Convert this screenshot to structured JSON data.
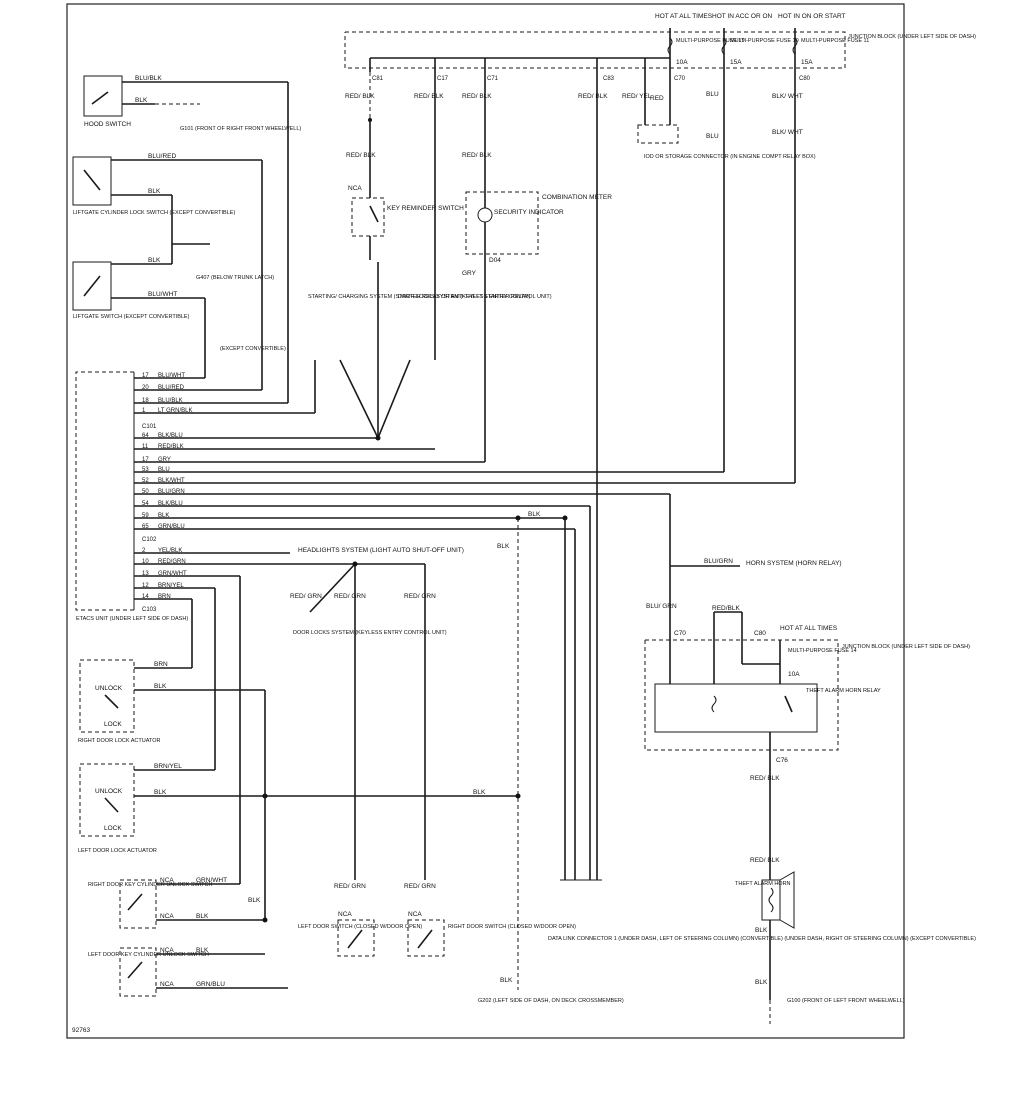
{
  "diagram_id": "92763",
  "power": {
    "fuse19": {
      "hot": "HOT AT ALL TIMES",
      "name": "MULTI-PURPOSE FUSE 19",
      "rating": "10A"
    },
    "fuse10": {
      "hot": "HOT IN ACC OR ON",
      "name": "MULTI-PURPOSE FUSE 10",
      "rating": "15A"
    },
    "fuse11": {
      "hot": "HOT IN ON OR START",
      "name": "MULTI-PURPOSE FUSE 11",
      "rating": "15A"
    },
    "fuse14": {
      "hot": "HOT AT ALL TIMES",
      "name": "MULTI-PURPOSE FUSE 14",
      "rating": "10A"
    },
    "junction_block": "JUNCTION BLOCK (UNDER LEFT SIDE OF DASH)"
  },
  "connectors": [
    "C81",
    "C17",
    "C71",
    "C83",
    "C70",
    "C80",
    "C101",
    "C102",
    "C103",
    "C76",
    "D04"
  ],
  "components": {
    "hood_switch": "HOOD SWITCH",
    "g101": "G101 (FRONT OF RIGHT FRONT WHEELWELL)",
    "liftgate_cyl": "LIFTGATE CYLINDER LOCK SWITCH (EXCEPT CONVERTIBLE)",
    "g407": "G407 (BELOW TRUNK LATCH)",
    "liftgate_sw": "LIFTGATE SWITCH (EXCEPT CONVERTIBLE)",
    "except_conv": "(EXCEPT CONVERTIBLE)",
    "key_reminder": "KEY REMINDER SWITCH",
    "combo_meter": "COMBINATION METER",
    "security_ind": "SECURITY INDICATOR",
    "iod": "IOD OR STORAGE CONNECTOR (IN ENGINE COMPT RELAY BOX)",
    "starting": "STARTING/ CHARGING SYSTEM (STARTER RELAY OR ANTI-THEFT STARTER RELAY)",
    "door_locks_top": "DOOR LOCKS SYSTEM (KEYLESS ENTRY CONTROL UNIT)",
    "etacs": "ETACS UNIT (UNDER LEFT SIDE OF DASH)",
    "headlights": "HEADLIGHTS SYSTEM (LIGHT AUTO SHUT-OFF UNIT)",
    "door_locks_mid": "DOOR LOCKS SYSTEM (KEYLESS ENTRY CONTROL UNIT)",
    "horn_system": "HORN SYSTEM (HORN RELAY)",
    "theft_relay": "THEFT ALARM HORN RELAY",
    "right_actuator": "RIGHT DOOR LOCK ACTUATOR",
    "left_actuator": "LEFT DOOR LOCK ACTUATOR",
    "unlock": "UNLOCK",
    "lock": "LOCK",
    "right_cyl": "RIGHT DOOR KEY CYLINDER UNLOCK SWITCH",
    "left_cyl": "LEFT DOOR KEY CYLINDER UNLOCK SWITCH",
    "left_door_sw": "LEFT DOOR SWITCH (CLOSED W/DOOR OPEN)",
    "right_door_sw": "RIGHT DOOR SWITCH (CLOSED W/DOOR OPEN)",
    "data_link": "DATA LINK CONNECTOR 1 (UNDER DASH, LEFT OF STEERING COLUMN) (CONVERTIBLE) (UNDER DASH, RIGHT OF STEERING COLUMN) (EXCEPT CONVERTIBLE)",
    "g202": "G202 (LEFT SIDE OF DASH, ON DECK CROSSMEMBER)",
    "theft_horn": "THEFT ALARM HORN",
    "g100": "G100 (FRONT OF LEFT FRONT WHEELWELL)"
  },
  "etacs_pins": [
    {
      "pin": "17",
      "wire": "BLU/WHT"
    },
    {
      "pin": "20",
      "wire": "BLU/RED"
    },
    {
      "pin": "18",
      "wire": "BLU/BLK"
    },
    {
      "pin": "1",
      "wire": "LT GRN/BLK"
    },
    {
      "pin": "64",
      "wire": "BLK/BLU"
    },
    {
      "pin": "11",
      "wire": "RED/BLK"
    },
    {
      "pin": "17",
      "wire": "GRY"
    },
    {
      "pin": "53",
      "wire": "BLU"
    },
    {
      "pin": "52",
      "wire": "BLK/WHT"
    },
    {
      "pin": "50",
      "wire": "BLU/GRN"
    },
    {
      "pin": "54",
      "wire": "BLK/BLU"
    },
    {
      "pin": "59",
      "wire": "BLK"
    },
    {
      "pin": "65",
      "wire": "GRN/BLU"
    },
    {
      "pin": "2",
      "wire": "YEL/BLK"
    },
    {
      "pin": "10",
      "wire": "RED/GRN"
    },
    {
      "pin": "13",
      "wire": "GRN/WHT"
    },
    {
      "pin": "12",
      "wire": "BRN/YEL"
    },
    {
      "pin": "14",
      "wire": "BRN"
    }
  ],
  "wire_labels": {
    "red_blk": "RED/ BLK",
    "red_yel": "RED/ YEL",
    "red": "RED",
    "blu": "BLU",
    "blk_wht": "BLK/ WHT",
    "gry": "GRY",
    "blk": "BLK",
    "red_grn": "RED/ GRN",
    "blu_grn": "BLU/ GRN",
    "red_blk2": "RED/BLK",
    "blu_grn_horn": "BLU/GRN",
    "blu_blk": "BLU/BLK",
    "blu_red": "BLU/RED",
    "blu_wht": "BLU/WHT",
    "lt_grn_blk": "LT GRN/BLK",
    "blk_blu": "BLK/BLU",
    "blu_blk_v": "BLK/BLU",
    "brn": "BRN",
    "brn_yel": "BRN/YEL",
    "grn_wht": "GRN/WHT",
    "grn_blu": "GRN/BLU",
    "nca": "NCA",
    "blk_blu_dlc": "BLK/BLU",
    "red_blk_dlc": "RED/BLK"
  }
}
